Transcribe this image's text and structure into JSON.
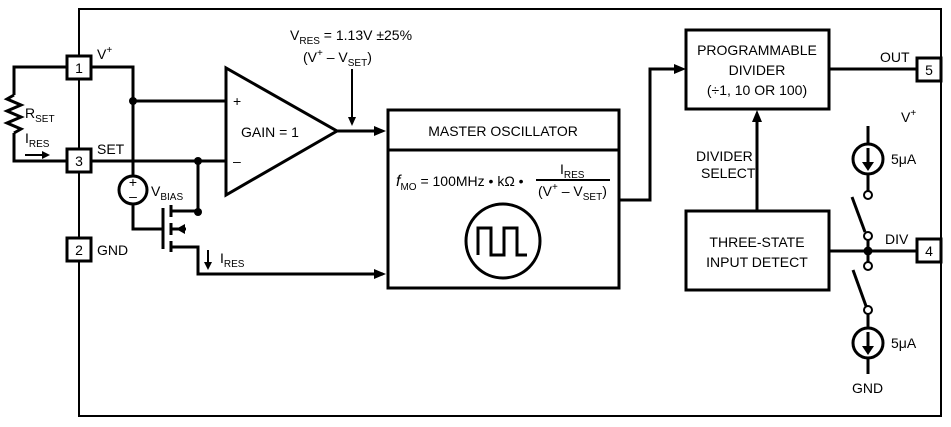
{
  "pins": {
    "p1": "1",
    "p2": "2",
    "p3": "3",
    "p4": "4",
    "p5": "5"
  },
  "labels": {
    "vplus_left": "V",
    "vplus_left_sup": "+",
    "set": "SET",
    "gnd_left": "GND",
    "rset_main": "R",
    "rset_sub": "SET",
    "ires_left_main": "I",
    "ires_left_sub": "RES",
    "vbias_main": "V",
    "vbias_sub": "BIAS",
    "ires_bottom_main": "I",
    "ires_bottom_sub": "RES",
    "vres_line1_a": "V",
    "vres_line1_sub": "RES",
    "vres_line1_b": " = 1.13V ±25%",
    "vres_line2_a": "(V",
    "vres_line2_sup": "+",
    "vres_line2_b": " – V",
    "vres_line2_sub": "SET",
    "vres_line2_c": ")",
    "amp_plus": "+",
    "amp_minus": "–",
    "gain": "GAIN = 1",
    "bias_plus": "+",
    "bias_minus": "–",
    "master_osc": "MASTER OSCILLATOR",
    "fmo_f": "f",
    "fmo_sub": "MO",
    "fmo_rest": " = 100MHz • kΩ • ",
    "frac_num_main": "I",
    "frac_num_sub": "RES",
    "frac_den_a": "(V",
    "frac_den_sup": "+",
    "frac_den_b": " – V",
    "frac_den_sub": "SET",
    "frac_den_c": ")",
    "prog_div_1": "PROGRAMMABLE",
    "prog_div_2": "DIVIDER",
    "prog_div_3": "(÷1, 10 OR 100)",
    "divider_select_1": "DIVIDER",
    "divider_select_2": "SELECT",
    "three_state_1": "THREE-STATE",
    "three_state_2": "INPUT DETECT",
    "out": "OUT",
    "div": "DIV",
    "vplus_right": "V",
    "vplus_right_sup": "+",
    "i5ua_top": "5μA",
    "i5ua_bottom": "5μA",
    "gnd_right": "GND"
  }
}
